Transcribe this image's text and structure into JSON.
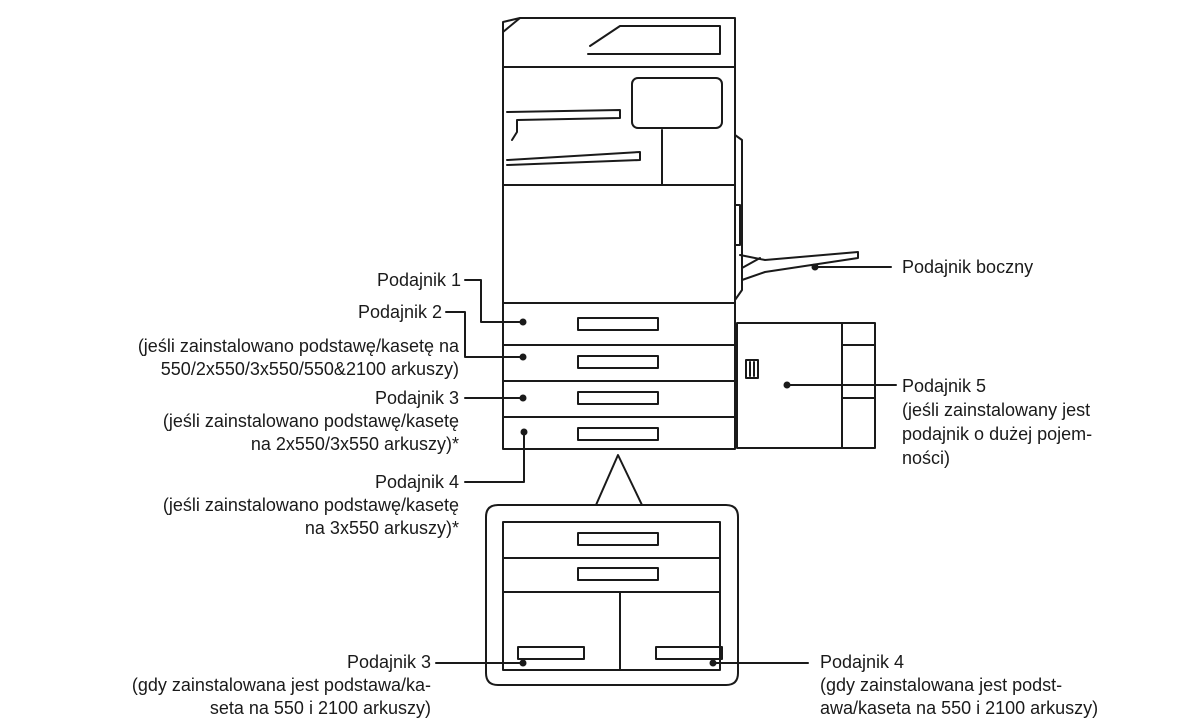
{
  "labels": {
    "tray1": {
      "name": "Podajnik 1"
    },
    "tray2": {
      "name": "Podajnik 2",
      "note1": "(jeśli zainstalowano podstawę/kasetę na",
      "note2": "550/2x550/3x550/550&2100 arkuszy)"
    },
    "tray3": {
      "name": "Podajnik 3",
      "note1": "(jeśli zainstalowano podstawę/kasetę",
      "note2": "na 2x550/3x550 arkuszy)*"
    },
    "tray4": {
      "name": "Podajnik 4",
      "note1": "(jeśli zainstalowano podstawę/kasetę",
      "note2": "na 3x550 arkuszy)*"
    },
    "bypass": {
      "name": "Podajnik boczny"
    },
    "tray5": {
      "name": "Podajnik 5",
      "note1": "(jeśli zainstalowany jest",
      "note2": "podajnik o dużej pojem-",
      "note3": "ności)"
    },
    "tray3_alt": {
      "name": "Podajnik 3",
      "note1": "(gdy zainstalowana jest podstawa/ka-",
      "note2": "seta na 550 i 2100 arkuszy)"
    },
    "tray4_alt": {
      "name": "Podajnik 4",
      "note1": "(gdy zainstalowana jest podst-",
      "note2": "awa/kaseta na 550 i 2100 arkuszy)"
    }
  },
  "colors": {
    "stroke": "#1a1a1a",
    "background": "#ffffff"
  }
}
